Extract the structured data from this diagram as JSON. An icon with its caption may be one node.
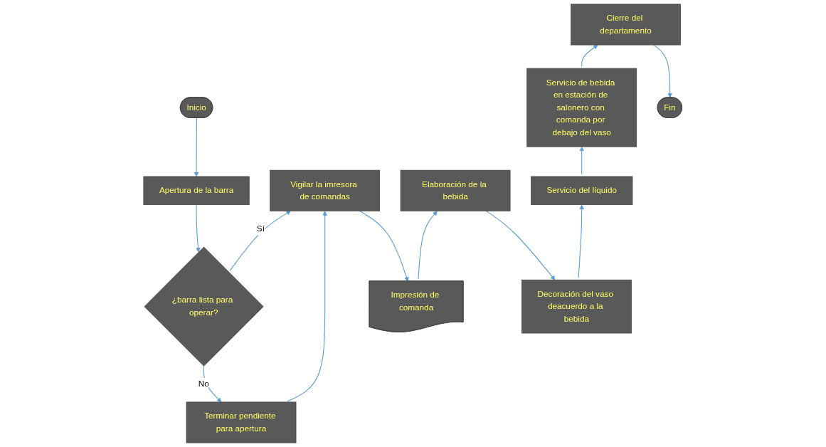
{
  "diagram": {
    "nodes": [
      {
        "text": [
          "Inicio"
        ]
      },
      {
        "text": [
          "Apertura de la barra"
        ]
      },
      {
        "text": [
          "¿barra lista para operar?"
        ]
      },
      {
        "text": [
          "Terminar pendiente para apertura"
        ]
      },
      {
        "text": [
          "Vigilar la imresora de comandas"
        ]
      },
      {
        "text": [
          "Impresión de comanda"
        ]
      },
      {
        "text": [
          "Elaboración de la bebida"
        ]
      },
      {
        "text": [
          "Decoración del vaso deacuerdo a la bebida"
        ]
      },
      {
        "text": [
          "Servicio del líquido"
        ]
      },
      {
        "text": [
          "Servicio de bebida en estación de salonero con comanda por debajo del vaso"
        ]
      },
      {
        "text": [
          "Cierre del departamento"
        ]
      },
      {
        "text": [
          "Fin"
        ]
      }
    ],
    "edges": [
      {
        "from": 0,
        "to": 1,
        "arrow": "to"
      },
      {
        "from": 1,
        "to": 2,
        "arrow": "to"
      },
      {
        "from": 2,
        "to": 3,
        "arrow": "to",
        "label": "No"
      },
      {
        "from": 2,
        "to": 4,
        "arrow": "to",
        "label": "Sí"
      },
      {
        "from": 3,
        "to": 4,
        "arrow": "to"
      },
      {
        "from": 4,
        "to": 5,
        "arrow": "to"
      },
      {
        "from": 5,
        "to": 6,
        "arrow": "to"
      },
      {
        "from": 6,
        "to": 7,
        "arrow": "to"
      },
      {
        "from": 7,
        "to": 8,
        "arrow": "to"
      },
      {
        "from": 8,
        "to": 9,
        "arrow": "to"
      },
      {
        "from": 9,
        "to": 10,
        "arrow": "to"
      },
      {
        "from": 10,
        "to": 11,
        "arrow": "to"
      }
    ]
  }
}
